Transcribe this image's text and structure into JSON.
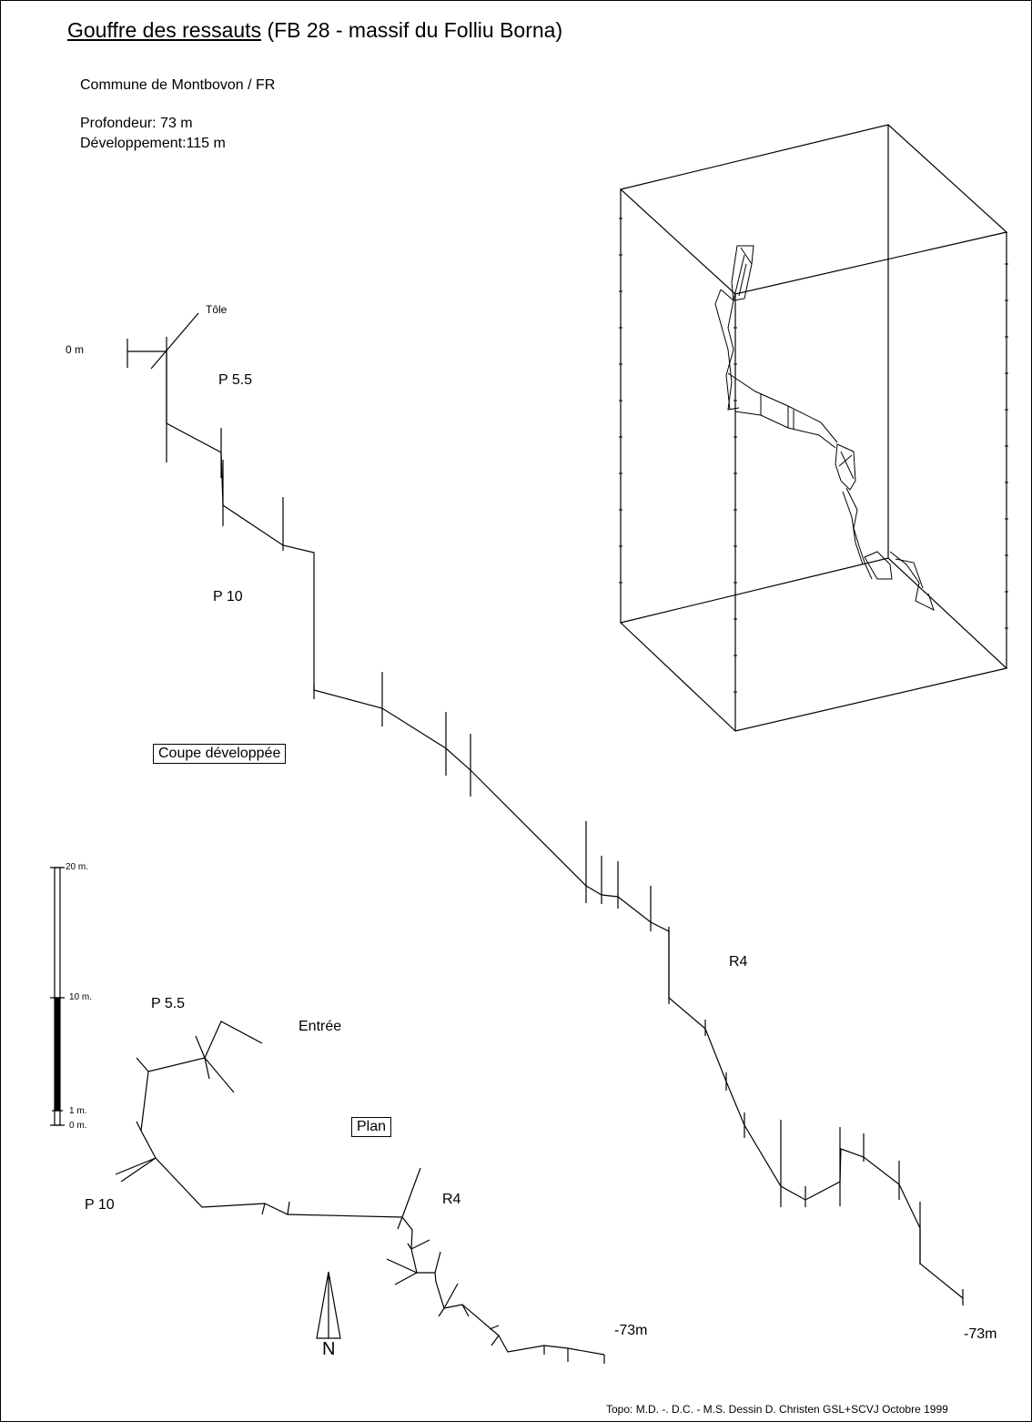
{
  "header": {
    "title_underlined": "Gouffre des ressauts",
    "title_rest": " (FB 28 - massif du Folliu Borna)",
    "commune": "Commune de Montbovon / FR",
    "profondeur": "Profondeur: 73 m",
    "developpement": "Développement:115 m"
  },
  "section": {
    "label": "Coupe développée",
    "zero": "0 m",
    "tole": "Tôle",
    "p55": "P 5.5",
    "p10": "P 10",
    "r4": "R4",
    "bottom": "-73m"
  },
  "scale": {
    "t20": "20 m.",
    "t10": "10 m.",
    "t1": "1 m.",
    "t0": "0 m."
  },
  "plan": {
    "label": "Plan",
    "entree": "Entrée",
    "p55": "P 5.5",
    "p10": "P 10",
    "r4": "R4",
    "bottom": "-73m",
    "north": "N"
  },
  "footer": {
    "credits": "Topo: M.D. -. D.C. - M.S.   Dessin D. Christen    GSL+SCVJ  Octobre 1999"
  }
}
